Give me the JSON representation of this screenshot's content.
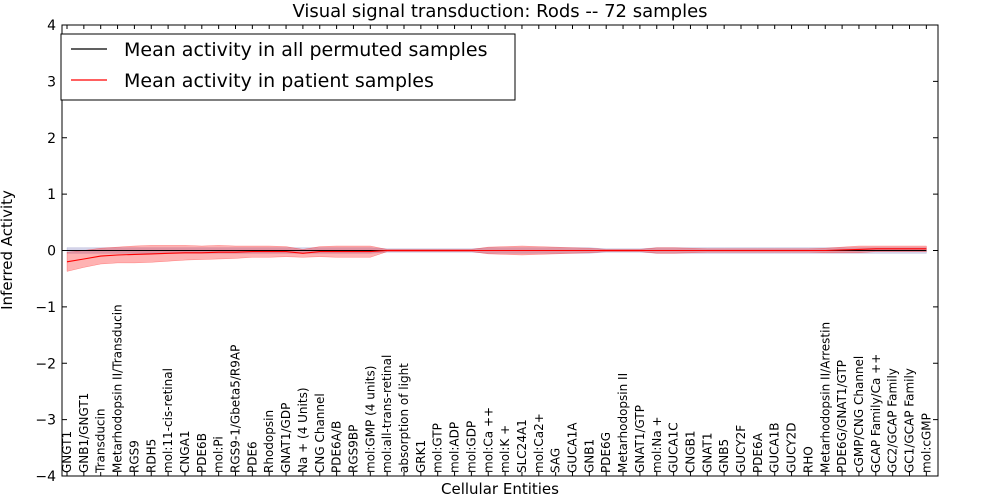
{
  "chart_data": {
    "type": "line",
    "title": "Visual signal transduction: Rods -- 72 samples",
    "xlabel": "Cellular Entities",
    "ylabel": "Inferred Activity",
    "ylim": [
      -4,
      4
    ],
    "yticks": [
      "4",
      "3",
      "2",
      "1",
      "0",
      "−1",
      "−2",
      "−3",
      "−4"
    ],
    "ytick_values": [
      4,
      3,
      2,
      1,
      0,
      -1,
      -2,
      -3,
      -4
    ],
    "legend": {
      "placement": "top-left",
      "entries": [
        "Mean activity in all permuted samples",
        "Mean activity in patient samples"
      ]
    },
    "colors": {
      "permuted": "#000000",
      "patient": "#ff0000",
      "patient_band": "#ff0000",
      "permuted_band": "#8080c0"
    },
    "categories": [
      "GNGT1",
      "GNB1/GNGT1",
      "Transducin",
      "Metarhodopsin II/Transducin",
      "RGS9",
      "RDH5",
      "mol:11-cis-retinal",
      "CNGA1",
      "PDE6B",
      "mol:Pi",
      "RGS9-1/Gbeta5/R9AP",
      "PDE6",
      "Rhodopsin",
      "GNAT1/GDP",
      "Na + (4 Units)",
      "CNG Channel",
      "PDE6A/B",
      "RGS9BP",
      "mol:GMP (4 units)",
      "mol:all-trans-retinal",
      "absorption of light",
      "GRK1",
      "mol:GTP",
      "mol:ADP",
      "mol:GDP",
      "mol:Ca ++",
      "mol:K +",
      "SLC24A1",
      "mol:Ca2+",
      "SAG",
      "GUCA1A",
      "GNB1",
      "PDE6G",
      "Metarhodopsin II",
      "GNAT1/GTP",
      "mol:Na +",
      "GUCA1C",
      "CNGB1",
      "GNAT1",
      "GNB5",
      "GUCY2F",
      "PDE6A",
      "GUCA1B",
      "GUCY2D",
      "RHO",
      "Metarhodopsin II/Arrestin",
      "PDE6G/GNAT1/GTP",
      "cGMP/CNG Channel",
      "GCAP Family/Ca ++",
      "GC2/GCAP Family",
      "GC1/GCAP Family",
      "mol:cGMP"
    ],
    "series": [
      {
        "name": "Mean activity in all permuted samples",
        "values": [
          0.0,
          0.0,
          0.0,
          0.0,
          0.0,
          0.0,
          0.0,
          0.0,
          0.0,
          0.0,
          0.0,
          0.0,
          0.0,
          0.0,
          0.0,
          0.0,
          0.0,
          0.0,
          0.0,
          0.0,
          0.0,
          0.0,
          0.0,
          0.0,
          0.0,
          0.0,
          0.0,
          0.0,
          0.0,
          0.0,
          0.0,
          0.0,
          0.0,
          0.0,
          0.0,
          0.0,
          0.0,
          0.0,
          0.0,
          0.0,
          0.0,
          0.0,
          0.0,
          0.0,
          0.0,
          0.0,
          0.0,
          0.0,
          0.0,
          0.0,
          0.0,
          0.0
        ],
        "band": [
          0.05,
          0.05,
          0.05,
          0.05,
          0.05,
          0.05,
          0.05,
          0.05,
          0.05,
          0.05,
          0.05,
          0.05,
          0.05,
          0.05,
          0.05,
          0.05,
          0.05,
          0.05,
          0.05,
          0.03,
          0.03,
          0.03,
          0.03,
          0.03,
          0.03,
          0.05,
          0.05,
          0.05,
          0.05,
          0.05,
          0.05,
          0.05,
          0.03,
          0.03,
          0.03,
          0.05,
          0.05,
          0.05,
          0.05,
          0.05,
          0.05,
          0.05,
          0.05,
          0.05,
          0.05,
          0.05,
          0.05,
          0.05,
          0.05,
          0.05,
          0.05,
          0.05
        ]
      },
      {
        "name": "Mean activity in patient samples",
        "values": [
          -0.2,
          -0.15,
          -0.1,
          -0.08,
          -0.07,
          -0.06,
          -0.05,
          -0.04,
          -0.04,
          -0.03,
          -0.03,
          -0.02,
          -0.02,
          -0.02,
          -0.05,
          -0.02,
          -0.02,
          -0.02,
          -0.02,
          0.0,
          0.0,
          0.0,
          0.0,
          0.0,
          0.0,
          0.0,
          0.0,
          0.0,
          0.0,
          0.0,
          0.0,
          0.0,
          0.0,
          0.0,
          0.0,
          0.0,
          0.0,
          0.0,
          0.0,
          0.0,
          0.0,
          0.0,
          0.0,
          0.0,
          0.0,
          0.0,
          0.01,
          0.02,
          0.03,
          0.03,
          0.03,
          0.03
        ],
        "band": [
          0.17,
          0.15,
          0.14,
          0.14,
          0.15,
          0.15,
          0.14,
          0.13,
          0.12,
          0.12,
          0.11,
          0.1,
          0.1,
          0.09,
          0.07,
          0.09,
          0.1,
          0.1,
          0.1,
          0.02,
          0.02,
          0.02,
          0.02,
          0.02,
          0.02,
          0.06,
          0.07,
          0.08,
          0.07,
          0.06,
          0.05,
          0.04,
          0.02,
          0.02,
          0.02,
          0.05,
          0.05,
          0.04,
          0.03,
          0.03,
          0.03,
          0.03,
          0.03,
          0.03,
          0.03,
          0.04,
          0.05,
          0.06,
          0.05,
          0.05,
          0.05,
          0.05
        ]
      }
    ]
  }
}
